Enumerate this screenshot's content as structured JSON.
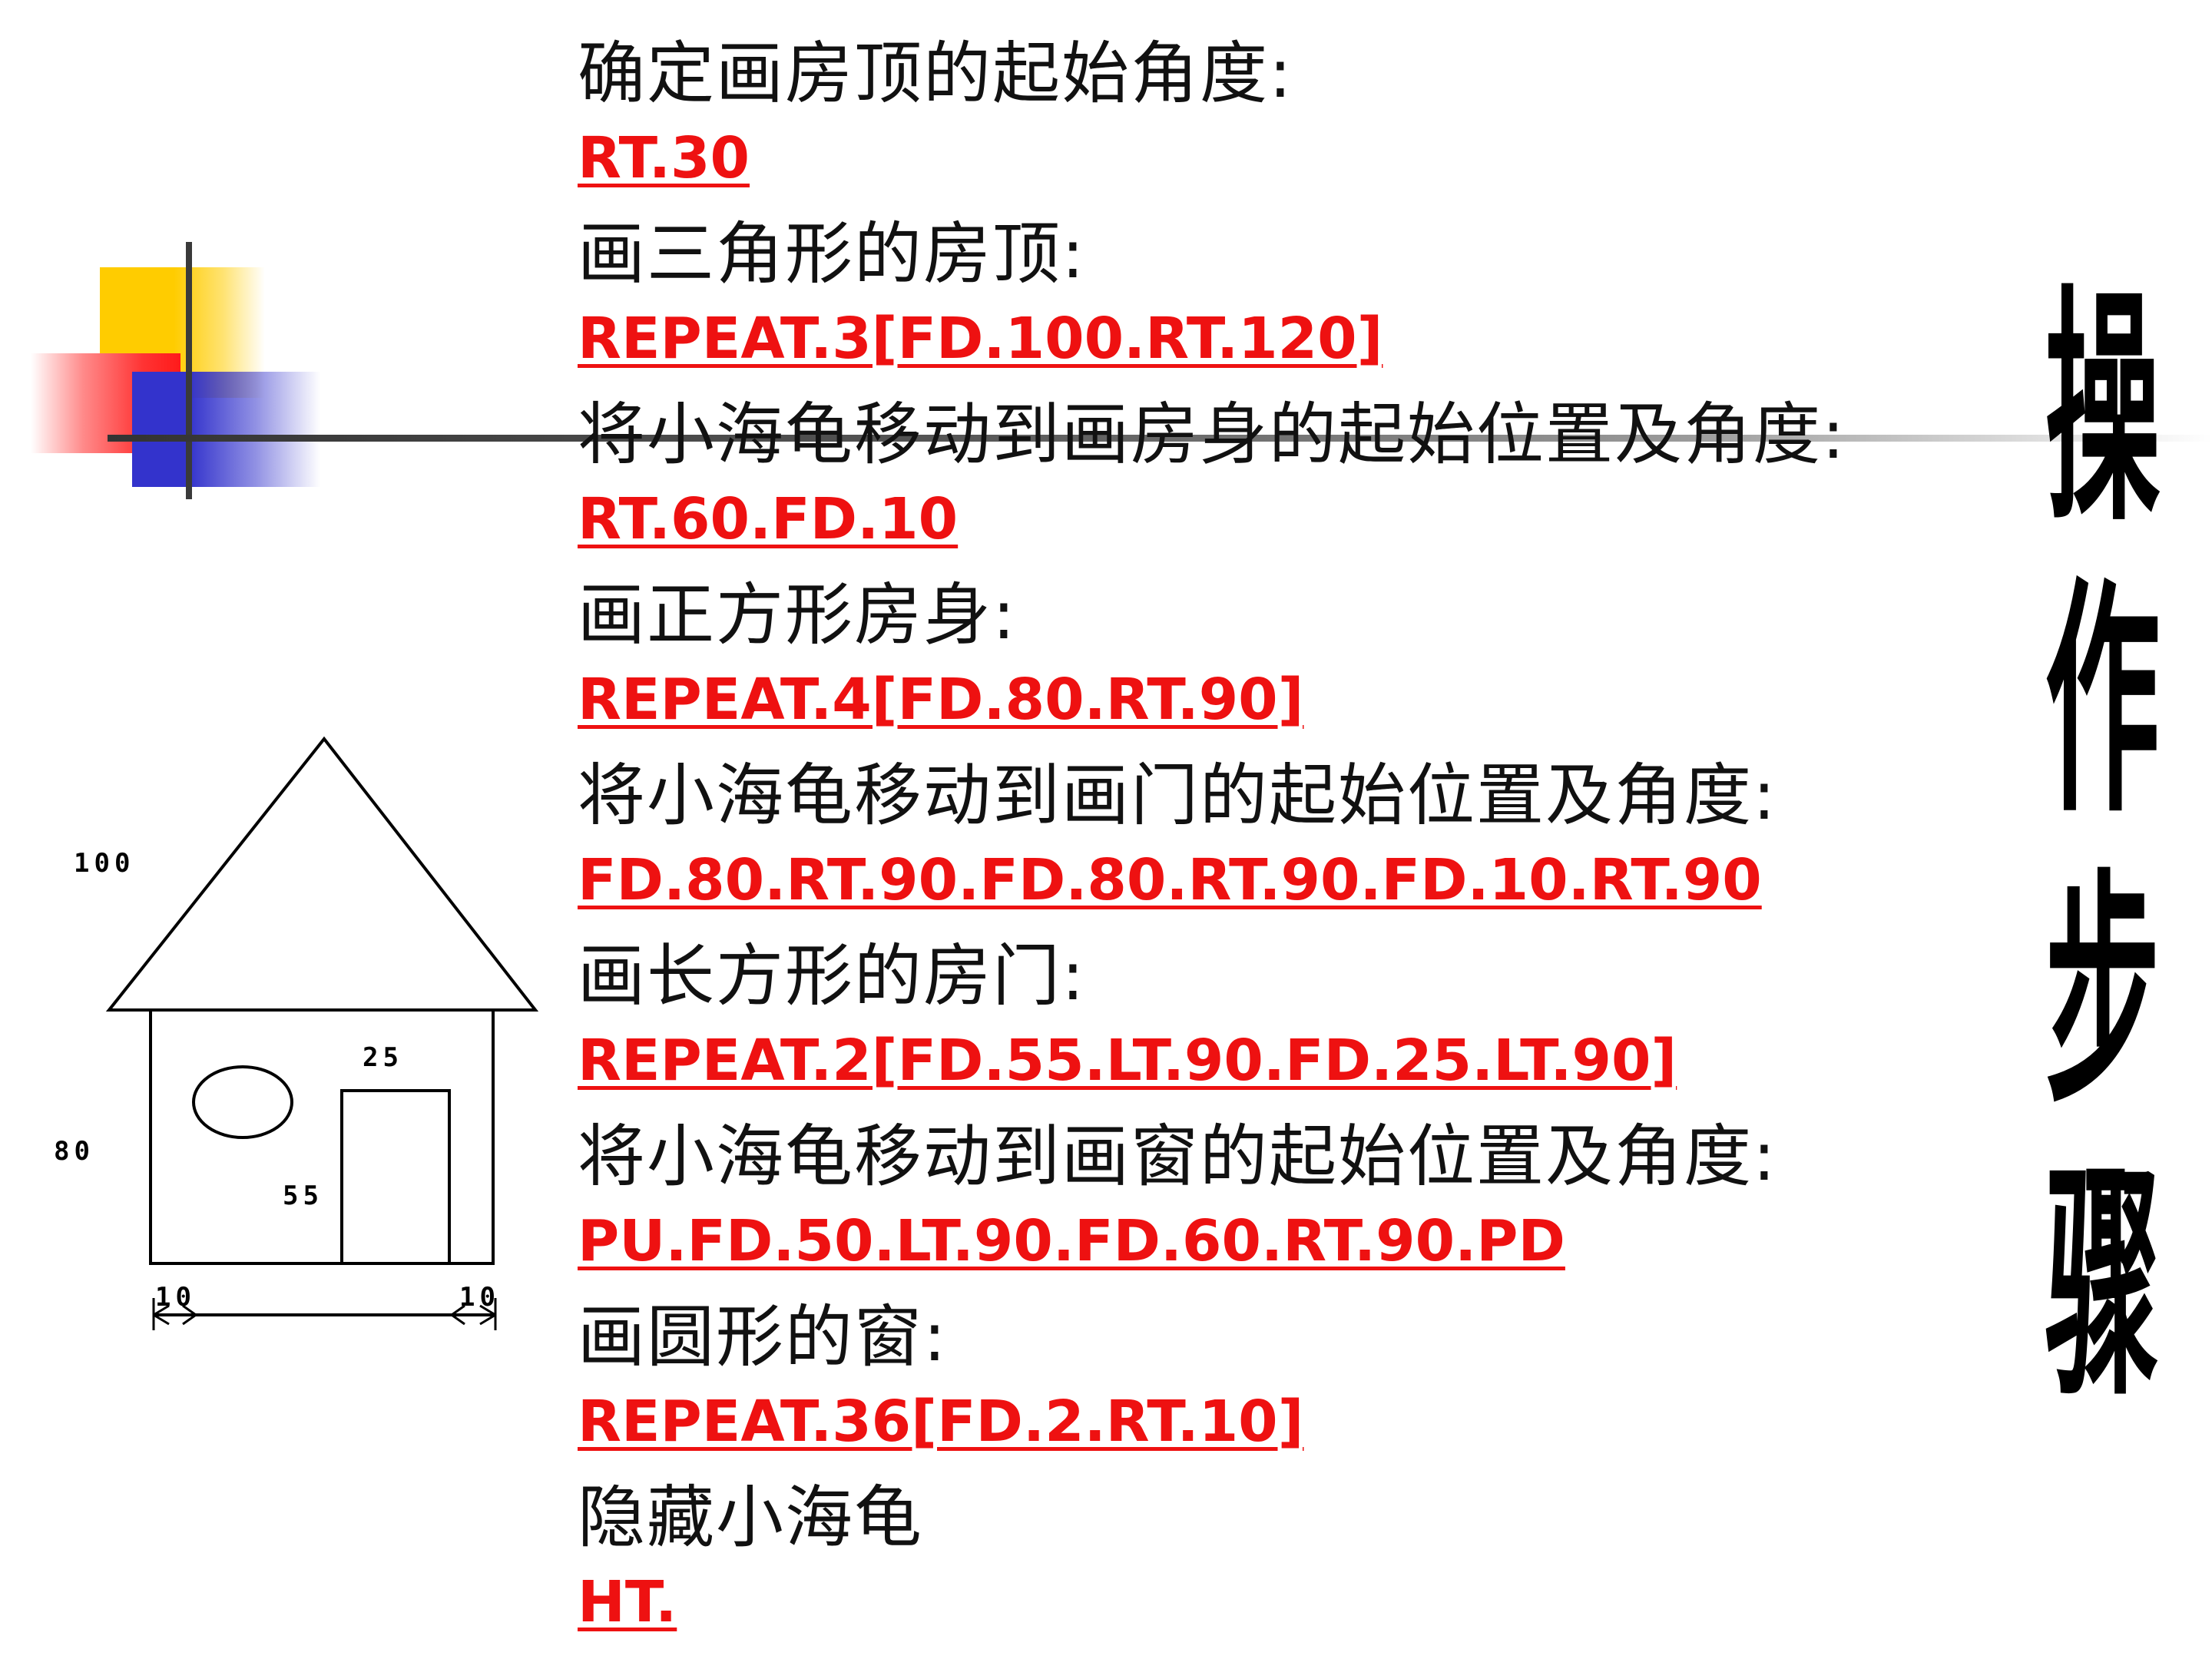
{
  "title_vertical": [
    "操",
    "作",
    "步",
    "骤"
  ],
  "steps": [
    {
      "desc": "确定画房顶的起始角度:",
      "code": "RT.30"
    },
    {
      "desc": "画三角形的房顶:",
      "code": "REPEAT.3[FD.100.RT.120]"
    },
    {
      "desc": "将小海龟移动到画房身的起始位置及角度:",
      "code": "RT.60.FD.10"
    },
    {
      "desc": "画正方形房身:",
      "code": "REPEAT.4[FD.80.RT.90]"
    },
    {
      "desc": "将小海龟移动到画门的起始位置及角度:",
      "code": "FD.80.RT.90.FD.80.RT.90.FD.10.RT.90"
    },
    {
      "desc": "画长方形的房门:",
      "code": "REPEAT.2[FD.55.LT.90.FD.25.LT.90]"
    },
    {
      "desc": "将小海龟移动到画窗的起始位置及角度:",
      "code": "PU.FD.50.LT.90.FD.60.RT.90.PD"
    },
    {
      "desc": "画圆形的窗:",
      "code": "REPEAT.36[FD.2.RT.10]"
    },
    {
      "desc": "隐藏小海龟",
      "code": "HT."
    }
  ],
  "diagram": {
    "roof_label": "100",
    "body_label": "80",
    "door_width_label": "25",
    "door_height_label": "55",
    "offset_left_label": "10",
    "offset_right_label": "10"
  },
  "colors": {
    "code": "#ee1111",
    "text": "#111111",
    "accent_yellow": "#ffcc00",
    "accent_red": "#ff3333",
    "accent_blue": "#3333cc"
  }
}
